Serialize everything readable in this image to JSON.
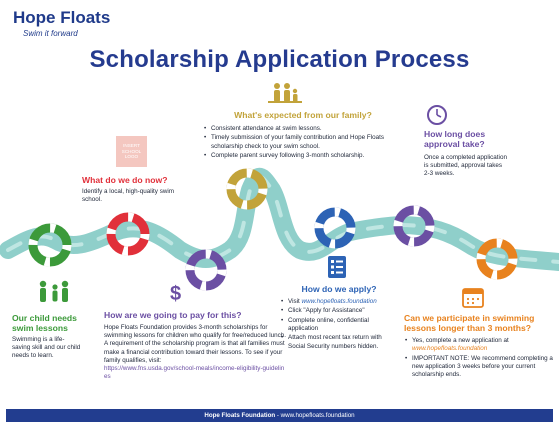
{
  "logo": {
    "name": "Hope Floats",
    "tagline": "Swim it forward"
  },
  "title": "Scholarship Application Process",
  "school_logo_placeholder": "INSERT SCHOOL LOGO",
  "sections": {
    "child_needs": {
      "heading": "Our child needs swim lessons",
      "body": "Swimming is a life-saving skill and our child needs to learn."
    },
    "what_do_we_do": {
      "heading": "What do we do now?",
      "body": "Identify a local, high-quality swim school."
    },
    "pay": {
      "heading": "How are we going to pay for this?",
      "body": "Hope Floats Foundation provides 3-month scholarships for swimming lessons for children who qualify for free/reduced lunch. A requirement of the scholarship program is that all families must make a financial contribution toward their lessons. To see if your family qualifies, visit:",
      "link": "https://www.fns.usda.gov/school-meals/income-eligibility-guidelines"
    },
    "expected": {
      "heading": "What's expected from our family?",
      "items": [
        "Consistent attendance at swim lessons.",
        "Timely submission of your family contribution and Hope Floats scholarship check to your swim school.",
        "Complete parent survey following 3-month scholarship."
      ]
    },
    "apply": {
      "heading": "How do we apply?",
      "visit_prefix": "Visit ",
      "visit_link": "www.hopefloats.foundation",
      "items": [
        "Click \"Apply for Assistance\"",
        "Complete online, confidential application",
        "Attach most recent tax return with Social Security numbers hidden."
      ]
    },
    "approval": {
      "heading": "How long does approval take?",
      "body": "Once a completed application is submitted, approval takes 2-3 weeks."
    },
    "longer": {
      "heading": "Can we participate in swimming lessons longer than 3 months?",
      "item1_prefix": "Yes, complete a new application at ",
      "item1_link": "www.hopefloats.foundation",
      "item2": "IMPORTANT NOTE: We recommend completing a new application 3 weeks before your current scholarship ends."
    }
  },
  "footer": {
    "org": "Hope Floats Foundation",
    "sep": " - ",
    "url": "www.hopefloats.foundation"
  },
  "colors": {
    "river": "#8fcfca",
    "red": "#e1303a",
    "purple": "#6b4fa3",
    "gold": "#c2a33a",
    "blue": "#2d63b5",
    "orange": "#e8821e",
    "green": "#3c9a3a",
    "navy": "#223d8f"
  }
}
